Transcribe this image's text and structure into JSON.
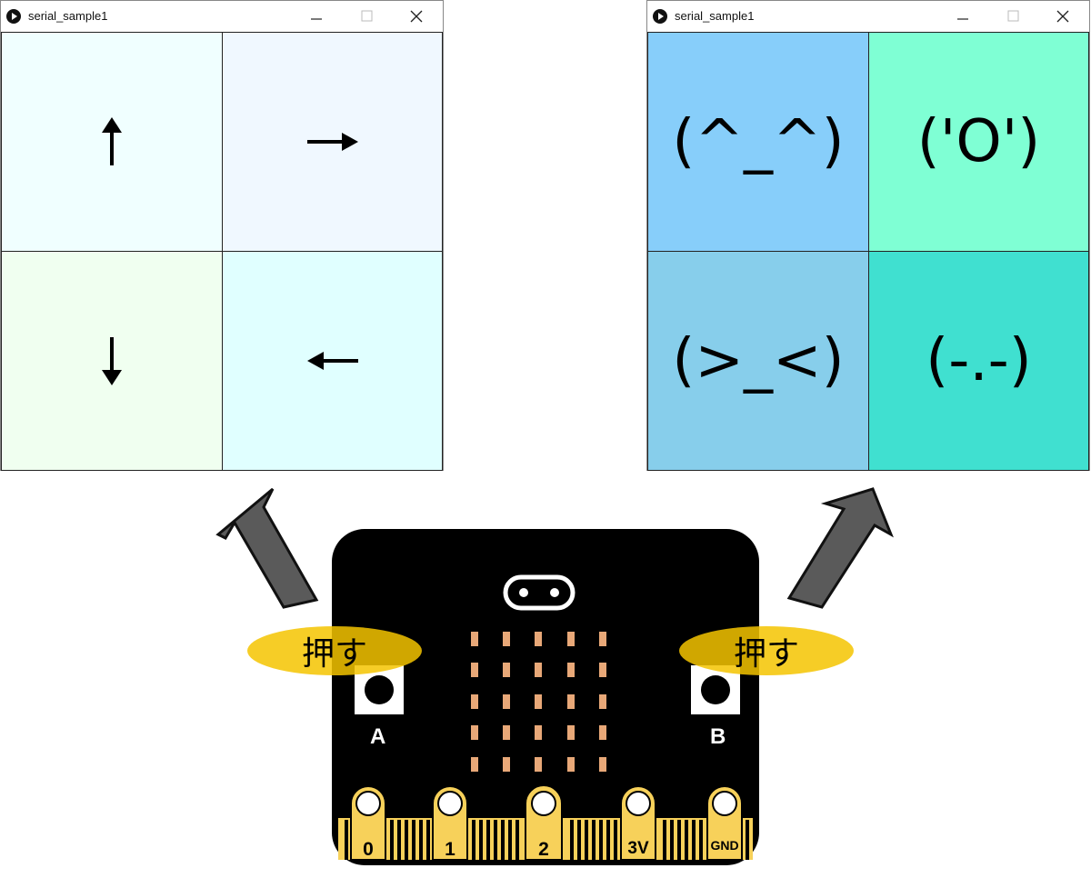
{
  "windows": [
    {
      "title": "serial_sample1",
      "cells": [
        {
          "text": "",
          "icon": "arrow-up-icon",
          "bg": "#f0ffff"
        },
        {
          "text": "",
          "icon": "arrow-right-icon",
          "bg": "#f0f8ff"
        },
        {
          "text": "",
          "icon": "arrow-down-icon",
          "bg": "#f0fff0"
        },
        {
          "text": "",
          "icon": "arrow-left-icon",
          "bg": "#e0ffff"
        }
      ]
    },
    {
      "title": "serial_sample1",
      "cells": [
        {
          "text": "(^_^)",
          "bg": "#87cefa"
        },
        {
          "text": "('O')",
          "bg": "#7fffd4"
        },
        {
          "text": "(>_<)",
          "bg": "#87ceeb"
        },
        {
          "text": "(-.-)",
          "bg": "#40e0d0"
        }
      ]
    }
  ],
  "board": {
    "button_a_label": "A",
    "button_b_label": "B",
    "press_label": "押す",
    "pins": [
      "0",
      "1",
      "2",
      "3V",
      "GND"
    ],
    "colors": {
      "board": "#000000",
      "pin": "#f7d15a",
      "led": "#e8a878",
      "highlight": "#f5c400"
    }
  }
}
